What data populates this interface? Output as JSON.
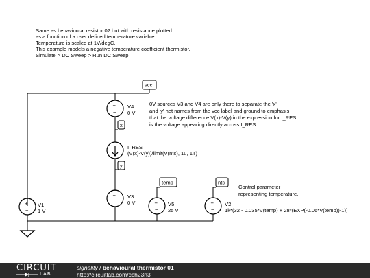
{
  "description": {
    "lines": [
      "Same as behavioural resistor 02 but with resistance plotted",
      "as a function of a user defined temperature variable.",
      "Temperature is scaled at 1V/degC.",
      "This example models a negative temperature coefficient thermistor.",
      "Simulate > DC Sweep > Run DC Sweep"
    ]
  },
  "note": {
    "lines": [
      "0V sources V3 and V4 are only there to separate the 'x'",
      "and 'y' net names from the vcc label and ground to emphasis",
      "that the voltage difference V(x)-V(y) in the expression for I_RES",
      "is the voltage appearing directly across I_RES."
    ]
  },
  "control_note": {
    "lines": [
      "Control parameter",
      "representing temperature."
    ]
  },
  "net_labels": {
    "vcc": "vcc",
    "x": "x",
    "y": "y",
    "temp": "temp",
    "ntc": "ntc"
  },
  "components": {
    "V4": {
      "name": "V4",
      "value": "0 V"
    },
    "I_RES": {
      "name": "I_RES",
      "value": "(V(x)-V(y))/limit(V(ntc), 1u, 1T)"
    },
    "V3": {
      "name": "V3",
      "value": "0 V"
    },
    "V1": {
      "name": "V1",
      "value": "1 V"
    },
    "V5": {
      "name": "V5",
      "value": "25 V"
    },
    "V2": {
      "name": "V2",
      "value": "1k*(32 - 0.035*V(temp) + 28*(EXP(-0.06*V(temp))-1))"
    }
  },
  "footer": {
    "logo_top": "CIRCUIT",
    "logo_bottom": "LAB",
    "app": "signality",
    "separator": "/",
    "title": "behavioural thermistor 01",
    "url": "http://circuitlab.com/cch23n3"
  }
}
